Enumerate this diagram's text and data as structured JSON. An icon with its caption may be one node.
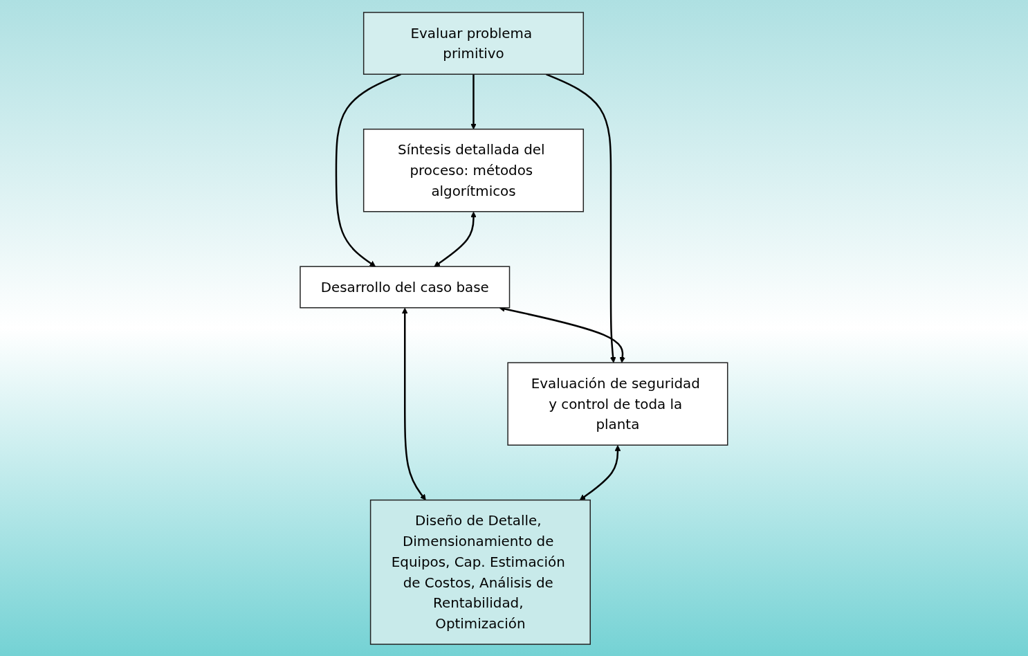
{
  "diagram": {
    "nodes": [
      {
        "text": [
          "Evaluar problema primitivo"
        ]
      },
      {
        "text": [
          "Síntesis detallada del proceso: métodos algorítmicos"
        ]
      },
      {
        "text": [
          "Desarrollo del caso base"
        ]
      },
      {
        "text": [
          "Evaluación de seguridad y control de toda la planta"
        ]
      },
      {
        "text": [
          "Diseño de Detalle, Dimensionamiento de Equipos, Cap. Estimación de Costos, Análisis de Rentabilidad, Optimización"
        ]
      }
    ],
    "edges": [
      {
        "from": 0,
        "to": 1,
        "arrow": "to"
      },
      {
        "from": 0,
        "to": 2,
        "arrow": "to"
      },
      {
        "from": 0,
        "to": 3,
        "arrow": "to"
      },
      {
        "from": 1,
        "to": 2,
        "arrow": "both"
      },
      {
        "from": 2,
        "to": 3,
        "arrow": "both"
      },
      {
        "from": 2,
        "to": 4,
        "arrow": "both"
      },
      {
        "from": 3,
        "to": 4,
        "arrow": "both"
      }
    ]
  }
}
